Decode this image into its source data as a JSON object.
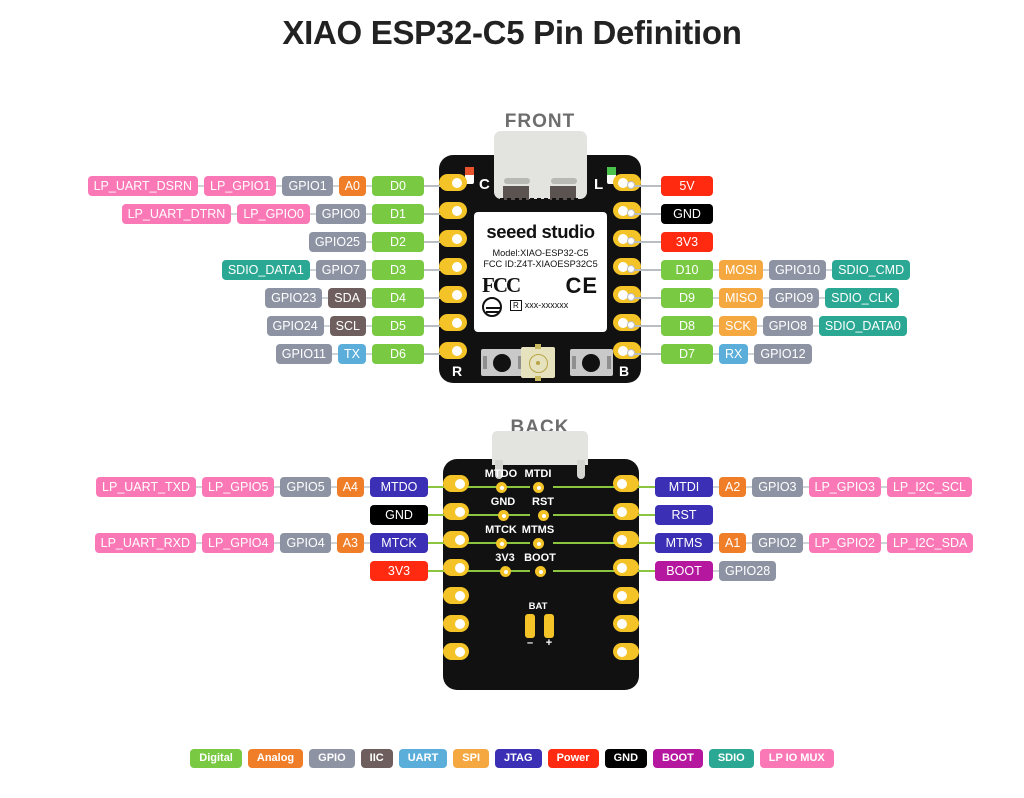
{
  "page": {
    "title": "XIAO ESP32-C5 Pin Definition"
  },
  "boards": {
    "front": {
      "caption": "FRONT",
      "silk": {
        "brand": "seeed studio",
        "model": "Model:XIAO-ESP32-C5",
        "fcc_id": "FCC ID:Z4T-XIAOESP32C5",
        "fcc_logo": "FCC",
        "ce_logo": "CE",
        "r_mark_box": "R",
        "r_mark_code": "xxx-xxxxxx"
      },
      "markers": {
        "charge_led": "C",
        "status_led": "L",
        "reset_button": "R",
        "boot_button": "B"
      }
    },
    "back": {
      "caption": "BACK",
      "testpoints": [
        "MTDO",
        "MTDI",
        "GND",
        "RST",
        "MTCK",
        "MTMS",
        "3V3",
        "BOOT"
      ],
      "battery": {
        "label": "BAT",
        "minus": "–",
        "plus": "+"
      }
    }
  },
  "front_left_rows": [
    {
      "pin": "D0",
      "chips": [
        "LP_UART_DSRN",
        "LP_GPIO1",
        "GPIO1",
        "A0"
      ],
      "types": [
        "lpio",
        "lpio",
        "gpio",
        "analog"
      ]
    },
    {
      "pin": "D1",
      "chips": [
        "LP_UART_DTRN",
        "LP_GPIO0",
        "GPIO0"
      ],
      "types": [
        "lpio",
        "lpio",
        "gpio"
      ]
    },
    {
      "pin": "D2",
      "chips": [
        "GPIO25"
      ],
      "types": [
        "gpio"
      ]
    },
    {
      "pin": "D3",
      "chips": [
        "SDIO_DATA1",
        "GPIO7"
      ],
      "types": [
        "sdio",
        "gpio"
      ]
    },
    {
      "pin": "D4",
      "chips": [
        "GPIO23",
        "SDA"
      ],
      "types": [
        "gpio",
        "iic"
      ]
    },
    {
      "pin": "D5",
      "chips": [
        "GPIO24",
        "SCL"
      ],
      "types": [
        "gpio",
        "iic"
      ]
    },
    {
      "pin": "D6",
      "chips": [
        "GPIO11",
        "TX"
      ],
      "types": [
        "gpio",
        "uart"
      ]
    }
  ],
  "front_right_rows": [
    {
      "pin": "5V",
      "type": "power",
      "chips": [],
      "types": []
    },
    {
      "pin": "GND",
      "type": "gnd",
      "chips": [],
      "types": []
    },
    {
      "pin": "3V3",
      "type": "power",
      "chips": [],
      "types": []
    },
    {
      "pin": "D10",
      "type": "digital",
      "chips": [
        "MOSI",
        "GPIO10",
        "SDIO_CMD"
      ],
      "types": [
        "spi",
        "gpio",
        "sdio"
      ]
    },
    {
      "pin": "D9",
      "type": "digital",
      "chips": [
        "MISO",
        "GPIO9",
        "SDIO_CLK"
      ],
      "types": [
        "spi",
        "gpio",
        "sdio"
      ]
    },
    {
      "pin": "D8",
      "type": "digital",
      "chips": [
        "SCK",
        "GPIO8",
        "SDIO_DATA0"
      ],
      "types": [
        "spi",
        "gpio",
        "sdio"
      ]
    },
    {
      "pin": "D7",
      "type": "digital",
      "chips": [
        "RX",
        "GPIO12"
      ],
      "types": [
        "uart",
        "gpio"
      ]
    }
  ],
  "back_left_rows": [
    {
      "pin": "MTDO",
      "type": "jtag",
      "chips": [
        "LP_UART_TXD",
        "LP_GPIO5",
        "GPIO5",
        "A4"
      ],
      "types": [
        "lpio",
        "lpio",
        "gpio",
        "analog"
      ]
    },
    {
      "pin": "GND",
      "type": "gnd",
      "chips": [],
      "types": []
    },
    {
      "pin": "MTCK",
      "type": "jtag",
      "chips": [
        "LP_UART_RXD",
        "LP_GPIO4",
        "GPIO4",
        "A3"
      ],
      "types": [
        "lpio",
        "lpio",
        "gpio",
        "analog"
      ]
    },
    {
      "pin": "3V3",
      "type": "power",
      "chips": [],
      "types": []
    }
  ],
  "back_right_rows": [
    {
      "pin": "MTDI",
      "type": "jtag",
      "chips": [
        "A2",
        "GPIO3",
        "LP_GPIO3",
        "LP_I2C_SCL"
      ],
      "types": [
        "analog",
        "gpio",
        "lpio",
        "lpio"
      ]
    },
    {
      "pin": "RST",
      "type": "jtag",
      "chips": [],
      "types": []
    },
    {
      "pin": "MTMS",
      "type": "jtag",
      "chips": [
        "A1",
        "GPIO2",
        "LP_GPIO2",
        "LP_I2C_SDA"
      ],
      "types": [
        "analog",
        "gpio",
        "lpio",
        "lpio"
      ]
    },
    {
      "pin": "BOOT",
      "type": "boot",
      "chips": [
        "GPIO28"
      ],
      "types": [
        "gpio"
      ]
    }
  ],
  "legend": [
    {
      "label": "Digital",
      "type": "digital"
    },
    {
      "label": "Analog",
      "type": "analog"
    },
    {
      "label": "GPIO",
      "type": "gpio"
    },
    {
      "label": "IIC",
      "type": "iic"
    },
    {
      "label": "UART",
      "type": "uart"
    },
    {
      "label": "SPI",
      "type": "spi"
    },
    {
      "label": "JTAG",
      "type": "jtag"
    },
    {
      "label": "Power",
      "type": "power"
    },
    {
      "label": "GND",
      "type": "gnd"
    },
    {
      "label": "BOOT",
      "type": "boot"
    },
    {
      "label": "SDIO",
      "type": "sdio"
    },
    {
      "label": "LP IO MUX",
      "type": "lpio"
    }
  ],
  "colors": {
    "digital": "#7AC943",
    "analog": "#F07D28",
    "gpio": "#8D93A3",
    "iic": "#6E5F5E",
    "uart": "#5CAEDA",
    "spi": "#F5A83F",
    "jtag": "#3B2FB5",
    "power": "#FF2A10",
    "gnd": "#000000",
    "boot": "#B5179E",
    "sdio": "#2BA893",
    "lpio": "#FA78B6"
  }
}
